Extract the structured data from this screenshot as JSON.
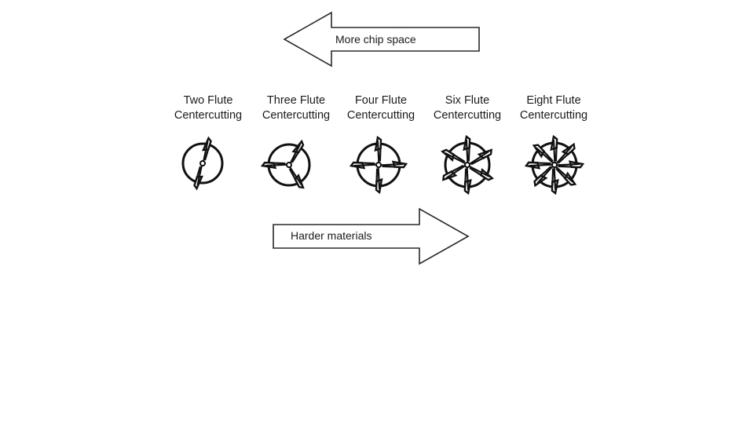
{
  "arrows": {
    "top": {
      "label": "More chip space",
      "direction": "left"
    },
    "bottom": {
      "label": "Harder materials",
      "direction": "right"
    }
  },
  "cutters": [
    {
      "line1": "Two Flute",
      "line2": "Centercutting",
      "flutes": 2
    },
    {
      "line1": "Three Flute",
      "line2": "Centercutting",
      "flutes": 3
    },
    {
      "line1": "Four Flute",
      "line2": "Centercutting",
      "flutes": 4
    },
    {
      "line1": "Six Flute",
      "line2": "Centercutting",
      "flutes": 6
    },
    {
      "line1": "Eight Flute",
      "line2": "Centercutting",
      "flutes": 8
    }
  ],
  "colors": {
    "stroke": "#111111",
    "background": "#ffffff"
  }
}
